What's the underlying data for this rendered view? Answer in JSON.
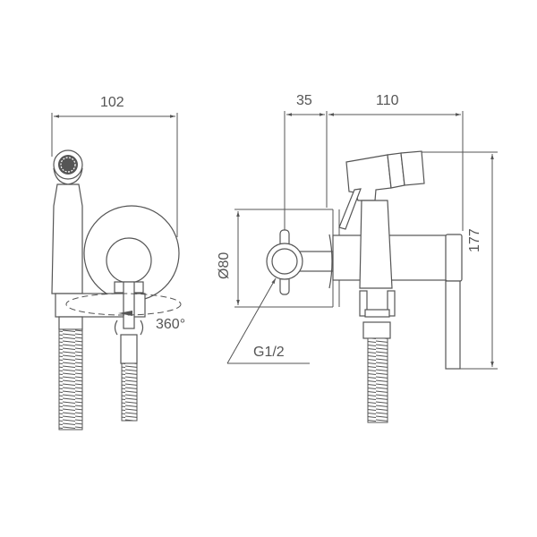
{
  "drawing": {
    "title": "Hygienic shower set technical drawing",
    "line_color": "#555555",
    "background": "#ffffff",
    "dimensions": {
      "width_front": "102",
      "depth_wall": "35",
      "projection": "110",
      "height": "177",
      "diameter": "Ø80",
      "thread": "G1/2",
      "rotation": "360°"
    },
    "views": [
      {
        "name": "front-view"
      },
      {
        "name": "side-view"
      }
    ]
  }
}
